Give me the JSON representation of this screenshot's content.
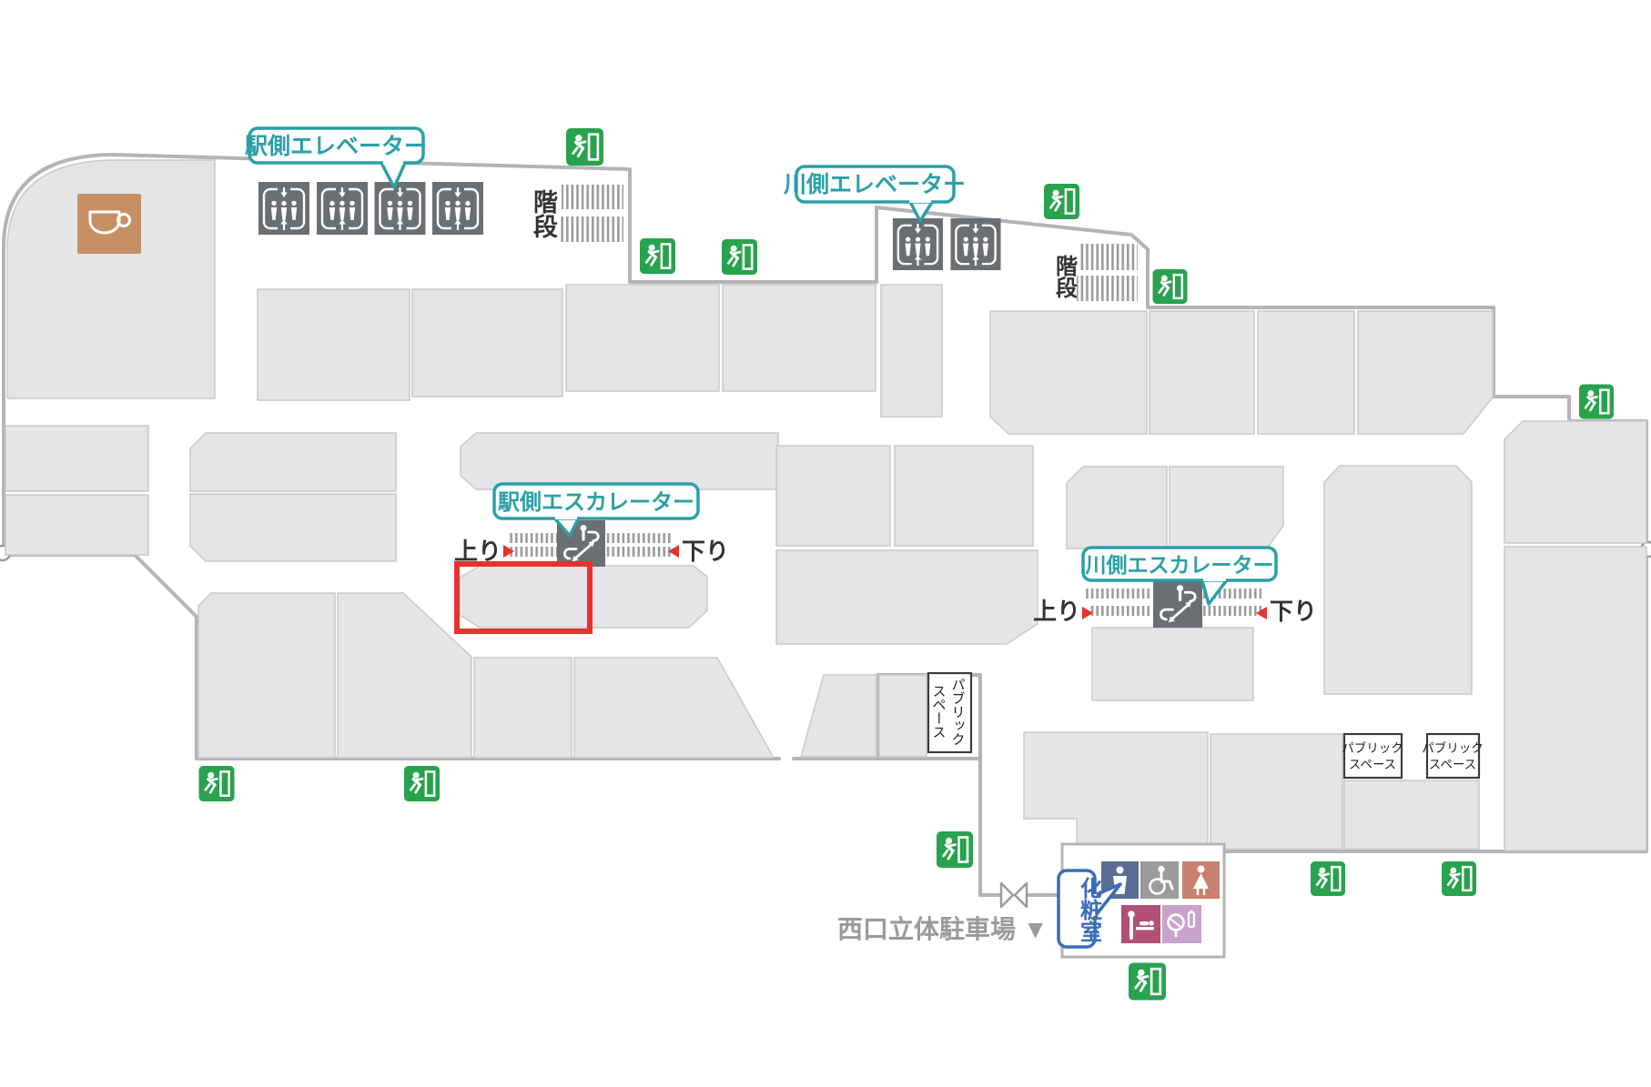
{
  "floor_map": {
    "labels": {
      "station_elevator": "駅側エレベーター",
      "river_elevator": "川側エレベーター",
      "station_escalator": "駅側エスカレーター",
      "river_escalator": "川側エスカレーター",
      "stairs": "階段",
      "up": "上り",
      "down": "下り",
      "public_space_line1": "パブリック",
      "public_space_line2": "スペース",
      "restroom": "化粧室",
      "parking": "西口立体駐車場 ▼"
    },
    "icons": {
      "exit": "exit-running-man-icon",
      "elevator": "elevator-icon",
      "escalator": "escalator-icon",
      "stairs": "stairs-hatch",
      "cafe": "coffee-cup-icon",
      "mens": "mens-toilet-icon",
      "accessible": "wheelchair-icon",
      "womens": "womens-toilet-icon",
      "baby": "baby-changing-icon",
      "powder": "cosmetics-icon",
      "passage_door": "bowtie-door-icon"
    },
    "colors": {
      "room_fill": "#e5e5e7",
      "wall": "#b4b4b7",
      "exit_green": "#28a24d",
      "icon_dark_gray": "#6b6e73",
      "callout_teal": "#2aa0a6",
      "callout_blue": "#3a6db8",
      "highlight_red": "#e8322d",
      "cafe_brown": "#c79064",
      "mens_blue": "#5a6d95",
      "accessible_gray": "#9b9b9b",
      "womens_salmon": "#c8806f",
      "baby_pink": "#b25078",
      "powder_purple": "#c7a3cc",
      "hatch_gray": "#9b9b9e",
      "parking_text": "#9a9a9a"
    }
  }
}
